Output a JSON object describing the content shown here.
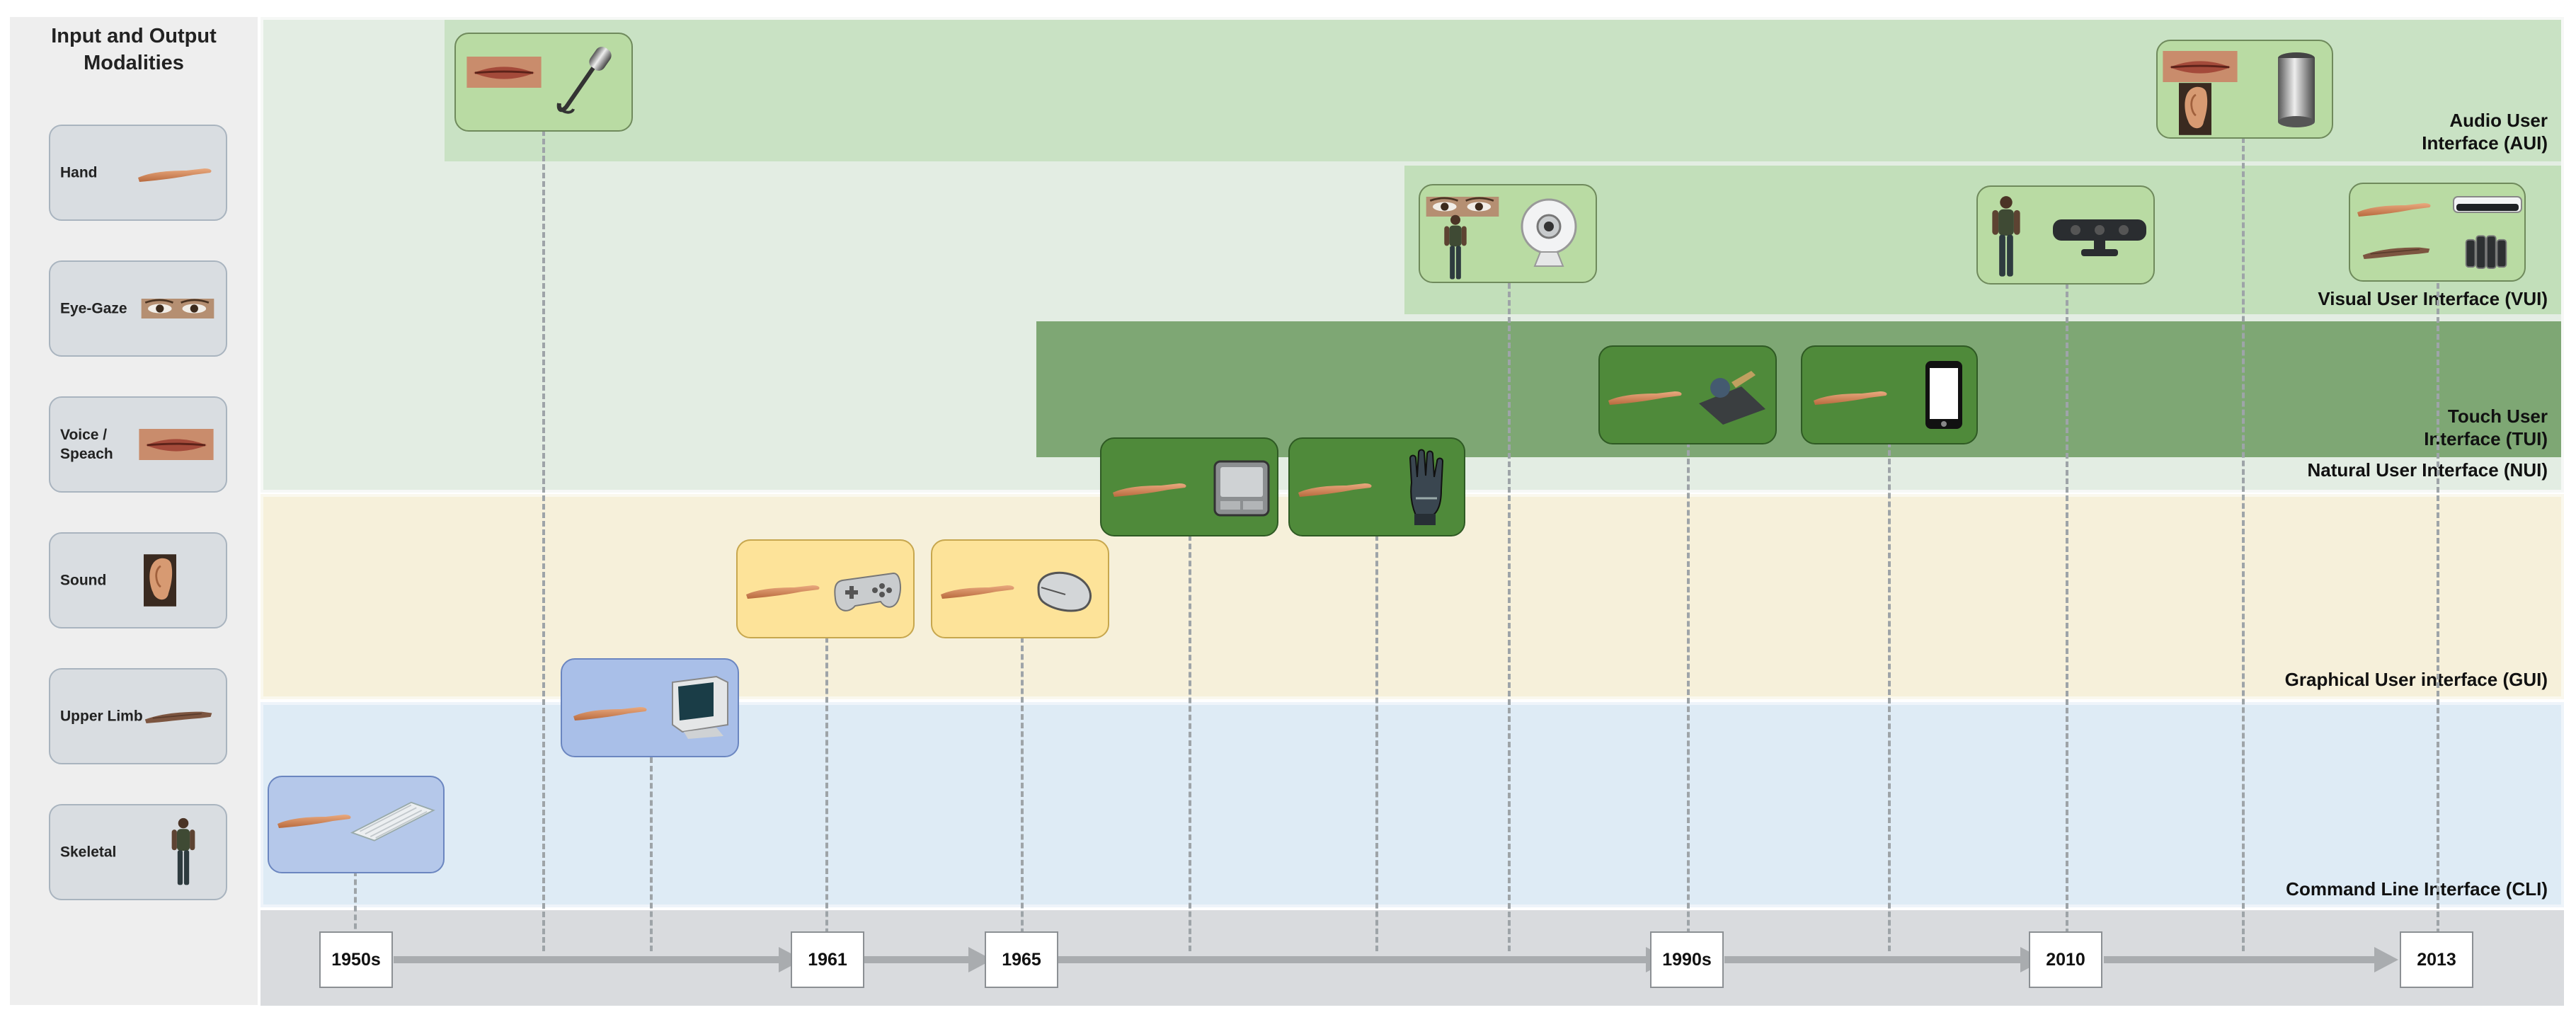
{
  "panel": {
    "title": "Input and Output\nModalities",
    "modalities": [
      {
        "label": "Hand",
        "icon": "hand-icon"
      },
      {
        "label": "Eye-Gaze",
        "icon": "eye-icon"
      },
      {
        "label": "Voice /\nSpeach",
        "icon": "mouth-icon"
      },
      {
        "label": "Sound",
        "icon": "ear-icon"
      },
      {
        "label": "Upper Limb",
        "icon": "upper-limb-icon"
      },
      {
        "label": "Skeletal",
        "icon": "skeleton-icon"
      }
    ]
  },
  "bands": {
    "aui": "Audio User\nInterface (AUI)",
    "vui": "Visual User Interface (VUI)",
    "tui": "Touch User\nInterface (TUI)",
    "nui": "Natural User Interface (NUI)",
    "gui": "Graphical User interface (GUI)",
    "cli": "Command Line Interface (CLI)"
  },
  "timeline": {
    "years": [
      "1950s",
      "1961",
      "1965",
      "1990s",
      "2010",
      "2013"
    ]
  },
  "cards": [
    {
      "band": "cli",
      "icons": [
        "hand-icon",
        "keyboard-icon"
      ]
    },
    {
      "band": "gui",
      "icons": [
        "hand-icon",
        "crt-monitor-icon"
      ]
    },
    {
      "band": "gui",
      "icons": [
        "hand-icon",
        "gamepad-icon"
      ]
    },
    {
      "band": "gui",
      "icons": [
        "hand-icon",
        "mouse-icon"
      ]
    },
    {
      "band": "nui",
      "icons": [
        "hand-icon",
        "touchpad-icon"
      ]
    },
    {
      "band": "nui",
      "icons": [
        "hand-icon",
        "data-glove-icon"
      ]
    },
    {
      "band": "aui",
      "icons": [
        "mouth-icon",
        "microphone-icon"
      ]
    },
    {
      "band": "aui",
      "icons": [
        "mouth-icon",
        "ear-icon",
        "smart-speaker-icon"
      ]
    },
    {
      "band": "vui",
      "icons": [
        "eye-icon",
        "skeleton-icon",
        "webcam-icon"
      ]
    },
    {
      "band": "vui",
      "icons": [
        "skeleton-icon",
        "depth-sensor-icon"
      ]
    },
    {
      "band": "vui",
      "icons": [
        "hand-icon",
        "upper-limb-icon",
        "leap-controller-icon",
        "myo-armband-icon"
      ]
    },
    {
      "band": "tui",
      "icons": [
        "hand-icon",
        "stylus-tablet-icon"
      ]
    },
    {
      "band": "tui",
      "icons": [
        "hand-icon",
        "smartphone-icon"
      ]
    }
  ],
  "colors": {
    "nui": "#e3ede3",
    "aui": "#c9e2c4",
    "vui": "#c2dfba",
    "tui": "#7ea774",
    "gui": "#f6f0da",
    "cli": "#deebf5",
    "axis": "#d9dbde"
  }
}
